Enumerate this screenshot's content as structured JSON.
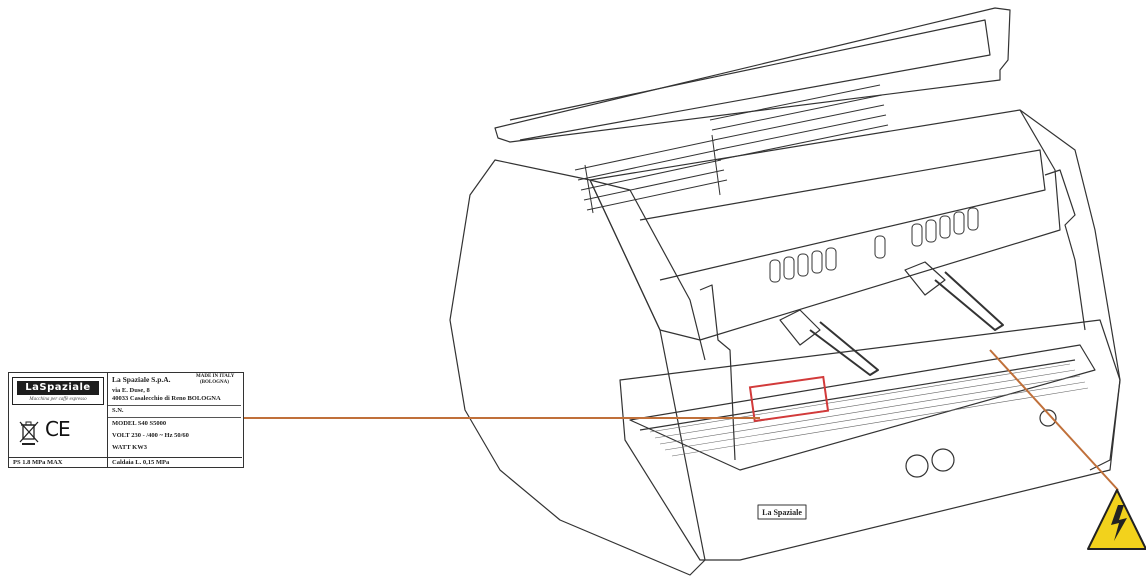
{
  "colors": {
    "leader_line": "#c0703a",
    "highlight_box": "#d23a3a",
    "warning_fill": "#f2d21c",
    "outline": "#333333"
  },
  "rating_plate": {
    "brand": "LaSpaziale",
    "brand_tagline": "Macchina per caffè espresso",
    "company": "La Spaziale S.p.A.",
    "made_in": "MADE IN ITALY",
    "made_in_sub": "(BOLOGNA)",
    "address_1": "via E. Duse, 8",
    "address_2": "40033 Casalecchio di Reno BOLOGNA",
    "serial_label": "S.N.",
    "model_line": "MODEL  S40   S5000",
    "volt_line": "VOLT  230 - /400 ~  Hz 50/60",
    "watt_line": "WATT                    KW3",
    "ps_line": "PS  1.8  MPa  MAX",
    "caldaia_line": "Caldaia   L.        0,15 MPa",
    "weee_icon": "crossed-bin-icon",
    "ce_mark": "CE"
  },
  "machine": {
    "logo_text": "La Spaziale"
  },
  "icons": {
    "warning": "electrical-hazard-warning-icon"
  }
}
